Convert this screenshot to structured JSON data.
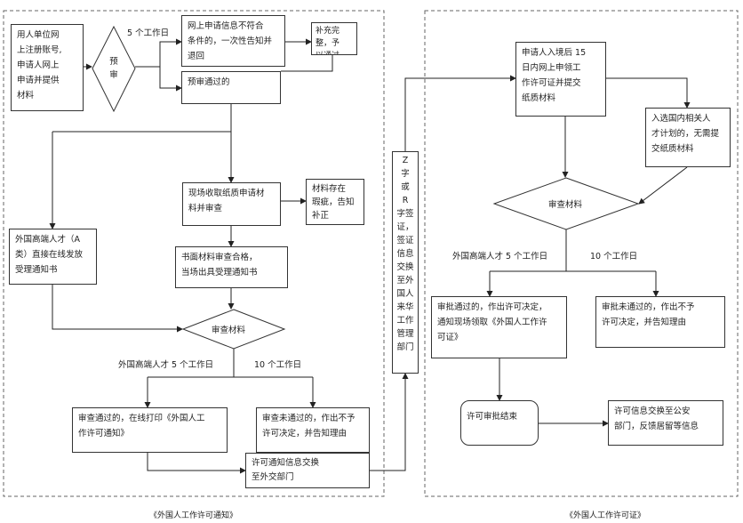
{
  "left_panel": {
    "caption": "《外国人工作许可通知》",
    "start_box": "用人单位网\n上注册账号,\n申请人网上\n申请并提供\n材料",
    "pre_review": "预\n审",
    "five_days_top": "5 个工作日",
    "reject_box": "网上申请信息不符合\n条件的，一次性告知并\n退回",
    "supplement_box": "补充完整，予\n以通过",
    "pass_box": "预审通过的",
    "collect_box": "现场收取纸质申请材\n料并审查",
    "defect_box": "材料存在\n瑕疵，告知\n补正",
    "a_class_box": "外国高端人才（A\n类）直接在线发放\n受理通知书",
    "accept_box": "书面材料审查合格，\n当场出具受理通知书",
    "review_materials": "审查材料",
    "label_five": "外国高端人才 5 个工作日",
    "label_ten": "10 个工作日",
    "approved_box": "审查通过的，在线打印《外国人工\n作许可通知》",
    "rejected_box": "审查未通过的，作出不予\n许可决定，并告知理由",
    "exchange_box": "许可通知信息交换\n至外交部门"
  },
  "middle": {
    "visa_box": "Z\n字\n或\nR\n字签\n证，\n签证\n信息\n交换\n至外\n国人\n来华\n工作\n管理\n部门"
  },
  "right_panel": {
    "caption": "《外国人工作许可证》",
    "entry_box": "申请人入境后 15\n日内网上申领工\n作许可证并提交\n纸质材料",
    "talent_box": "入选国内相关人\n才计划的，无需提\n交纸质材料",
    "review_materials": "审查材料",
    "label_five": "外国高端人才 5 个工作日",
    "label_ten": "10 个工作日",
    "approved_box": "审批通过的，作出许可决定，\n通知现场领取《外国人工作许\n可证》",
    "rejected_box": "审批未通过的，作出不予\n许可决定，并告知理由",
    "end_box": "许可审批结束",
    "share_box": "许可信息交换至公安\n部门，反馈居留等信息"
  }
}
